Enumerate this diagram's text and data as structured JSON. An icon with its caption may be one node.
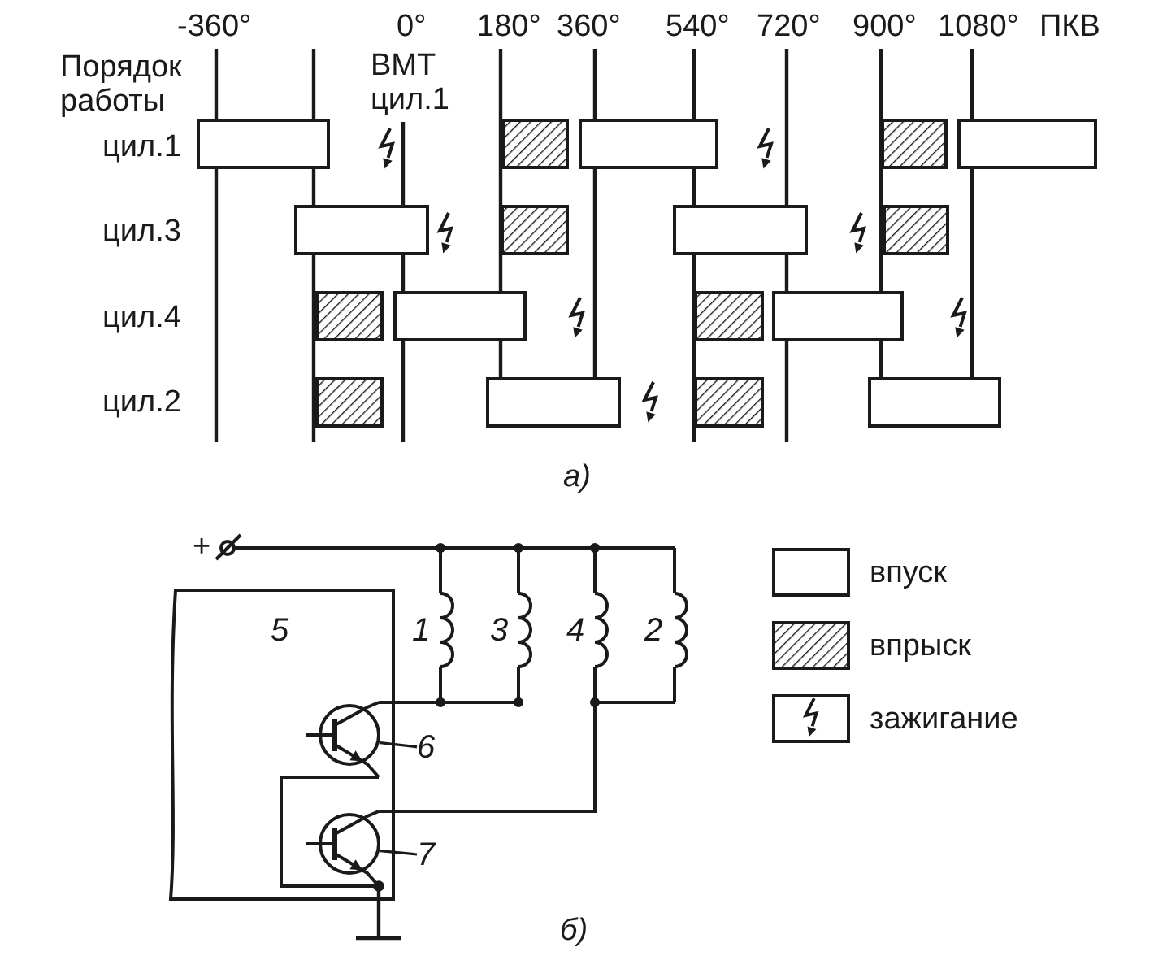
{
  "diagram": {
    "nodes": [
      {
        "text": [
          "5"
        ]
      },
      {
        "text": [],
        "shape": "circle",
        "in": 0
      },
      {
        "text": [],
        "shape": "circle",
        "in": 0
      },
      {
        "text": [
          "6"
        ]
      },
      {
        "text": [
          "7"
        ]
      }
    ],
    "edges": [
      {
        "from": 3,
        "to": 1,
        "arrow": "none"
      },
      {
        "from": 4,
        "to": 2,
        "arrow": "none"
      },
      {
        "from": 1,
        "to": 2,
        "arrow": "other"
      }
    ],
    "labels": [
      "-360°",
      "0°",
      "180°",
      "360°",
      "540°",
      "720°",
      "900°",
      "1080°",
      "ПКВ",
      "Порядок работы",
      "ВМТ цил.1",
      "цил.1",
      "цил.3",
      "цил.4",
      "цил.2",
      "а)",
      "+",
      "1",
      "3",
      "4",
      "2",
      "б)"
    ],
    "legend": [
      {
        "text": "впуск"
      },
      {
        "text": "впрыск"
      },
      {
        "text": "зажигание"
      }
    ]
  }
}
